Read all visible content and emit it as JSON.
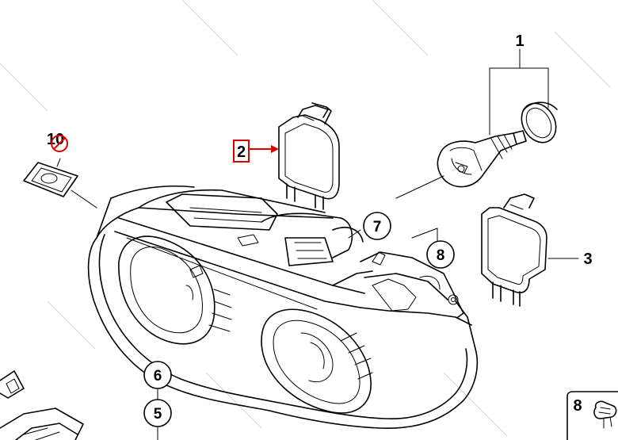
{
  "diagram": {
    "callouts": {
      "part_1": "1",
      "part_2": "2",
      "part_3": "3",
      "part_5": "5",
      "part_6": "6",
      "part_7": "7",
      "part_8": "8",
      "part_10": "10",
      "inset_8": "8"
    },
    "highlight_color": "#e00000",
    "no_entry_color": "#e00000",
    "selected_callout": "2"
  }
}
